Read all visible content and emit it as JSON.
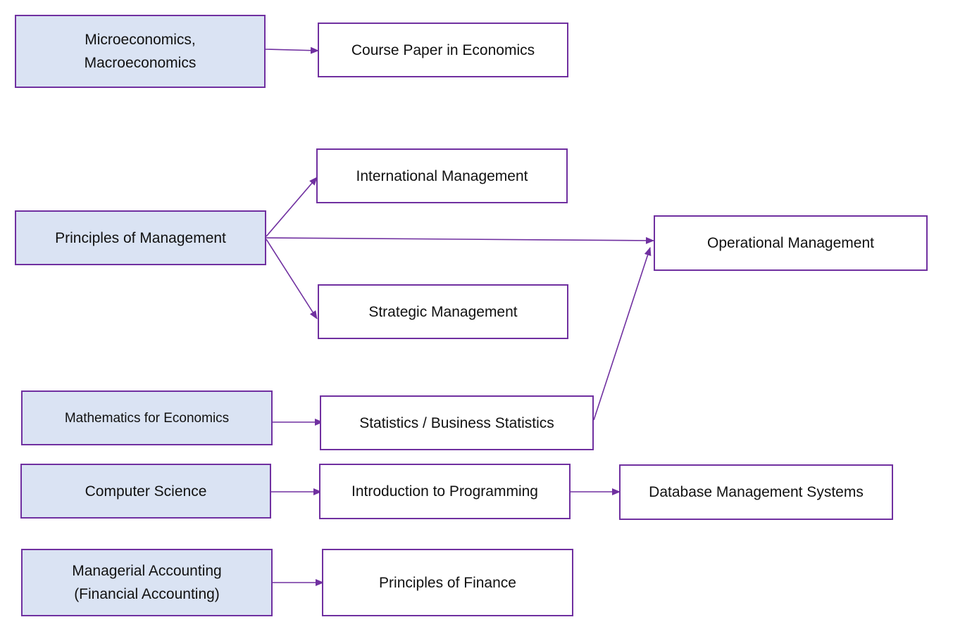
{
  "colors": {
    "border": "#7030a0",
    "arrow": "#7030a0",
    "prereq_fill": "#dae3f3",
    "course_fill": "#ffffff"
  },
  "nodes": {
    "micro_macro": "Microeconomics,\nMacroeconomics",
    "course_paper": "Course Paper in Economics",
    "principles_mgmt": "Principles of Management",
    "international_mgmt": "International Management",
    "operational_mgmt": "Operational Management",
    "strategic_mgmt": "Strategic Management",
    "math_econ": "Mathematics for Economics",
    "statistics": "Statistics / Business Statistics",
    "computer_science": "Computer Science",
    "intro_programming": "Introduction to Programming",
    "dbms": "Database Management Systems",
    "managerial_accounting": "Managerial Accounting\n(Financial Accounting)",
    "principles_finance": "Principles of Finance"
  },
  "edges": [
    {
      "from": "micro_macro",
      "to": "course_paper"
    },
    {
      "from": "principles_mgmt",
      "to": "international_mgmt"
    },
    {
      "from": "principles_mgmt",
      "to": "operational_mgmt"
    },
    {
      "from": "principles_mgmt",
      "to": "strategic_mgmt"
    },
    {
      "from": "math_econ",
      "to": "statistics"
    },
    {
      "from": "statistics",
      "to": "operational_mgmt"
    },
    {
      "from": "computer_science",
      "to": "intro_programming"
    },
    {
      "from": "intro_programming",
      "to": "dbms"
    },
    {
      "from": "managerial_accounting",
      "to": "principles_finance"
    }
  ]
}
